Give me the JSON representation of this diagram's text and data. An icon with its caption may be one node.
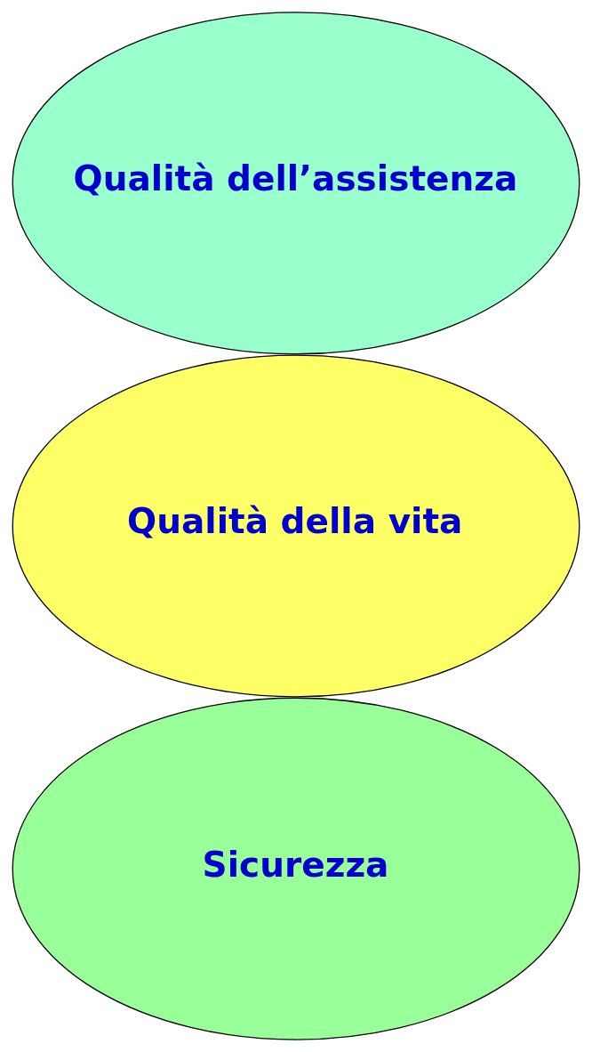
{
  "diagram": {
    "nodes": [
      {
        "text": [
          "Qualità dell’assistenza"
        ]
      },
      {
        "text": [
          "Qualità della vita"
        ]
      },
      {
        "text": [
          "Sicurezza"
        ]
      }
    ]
  }
}
